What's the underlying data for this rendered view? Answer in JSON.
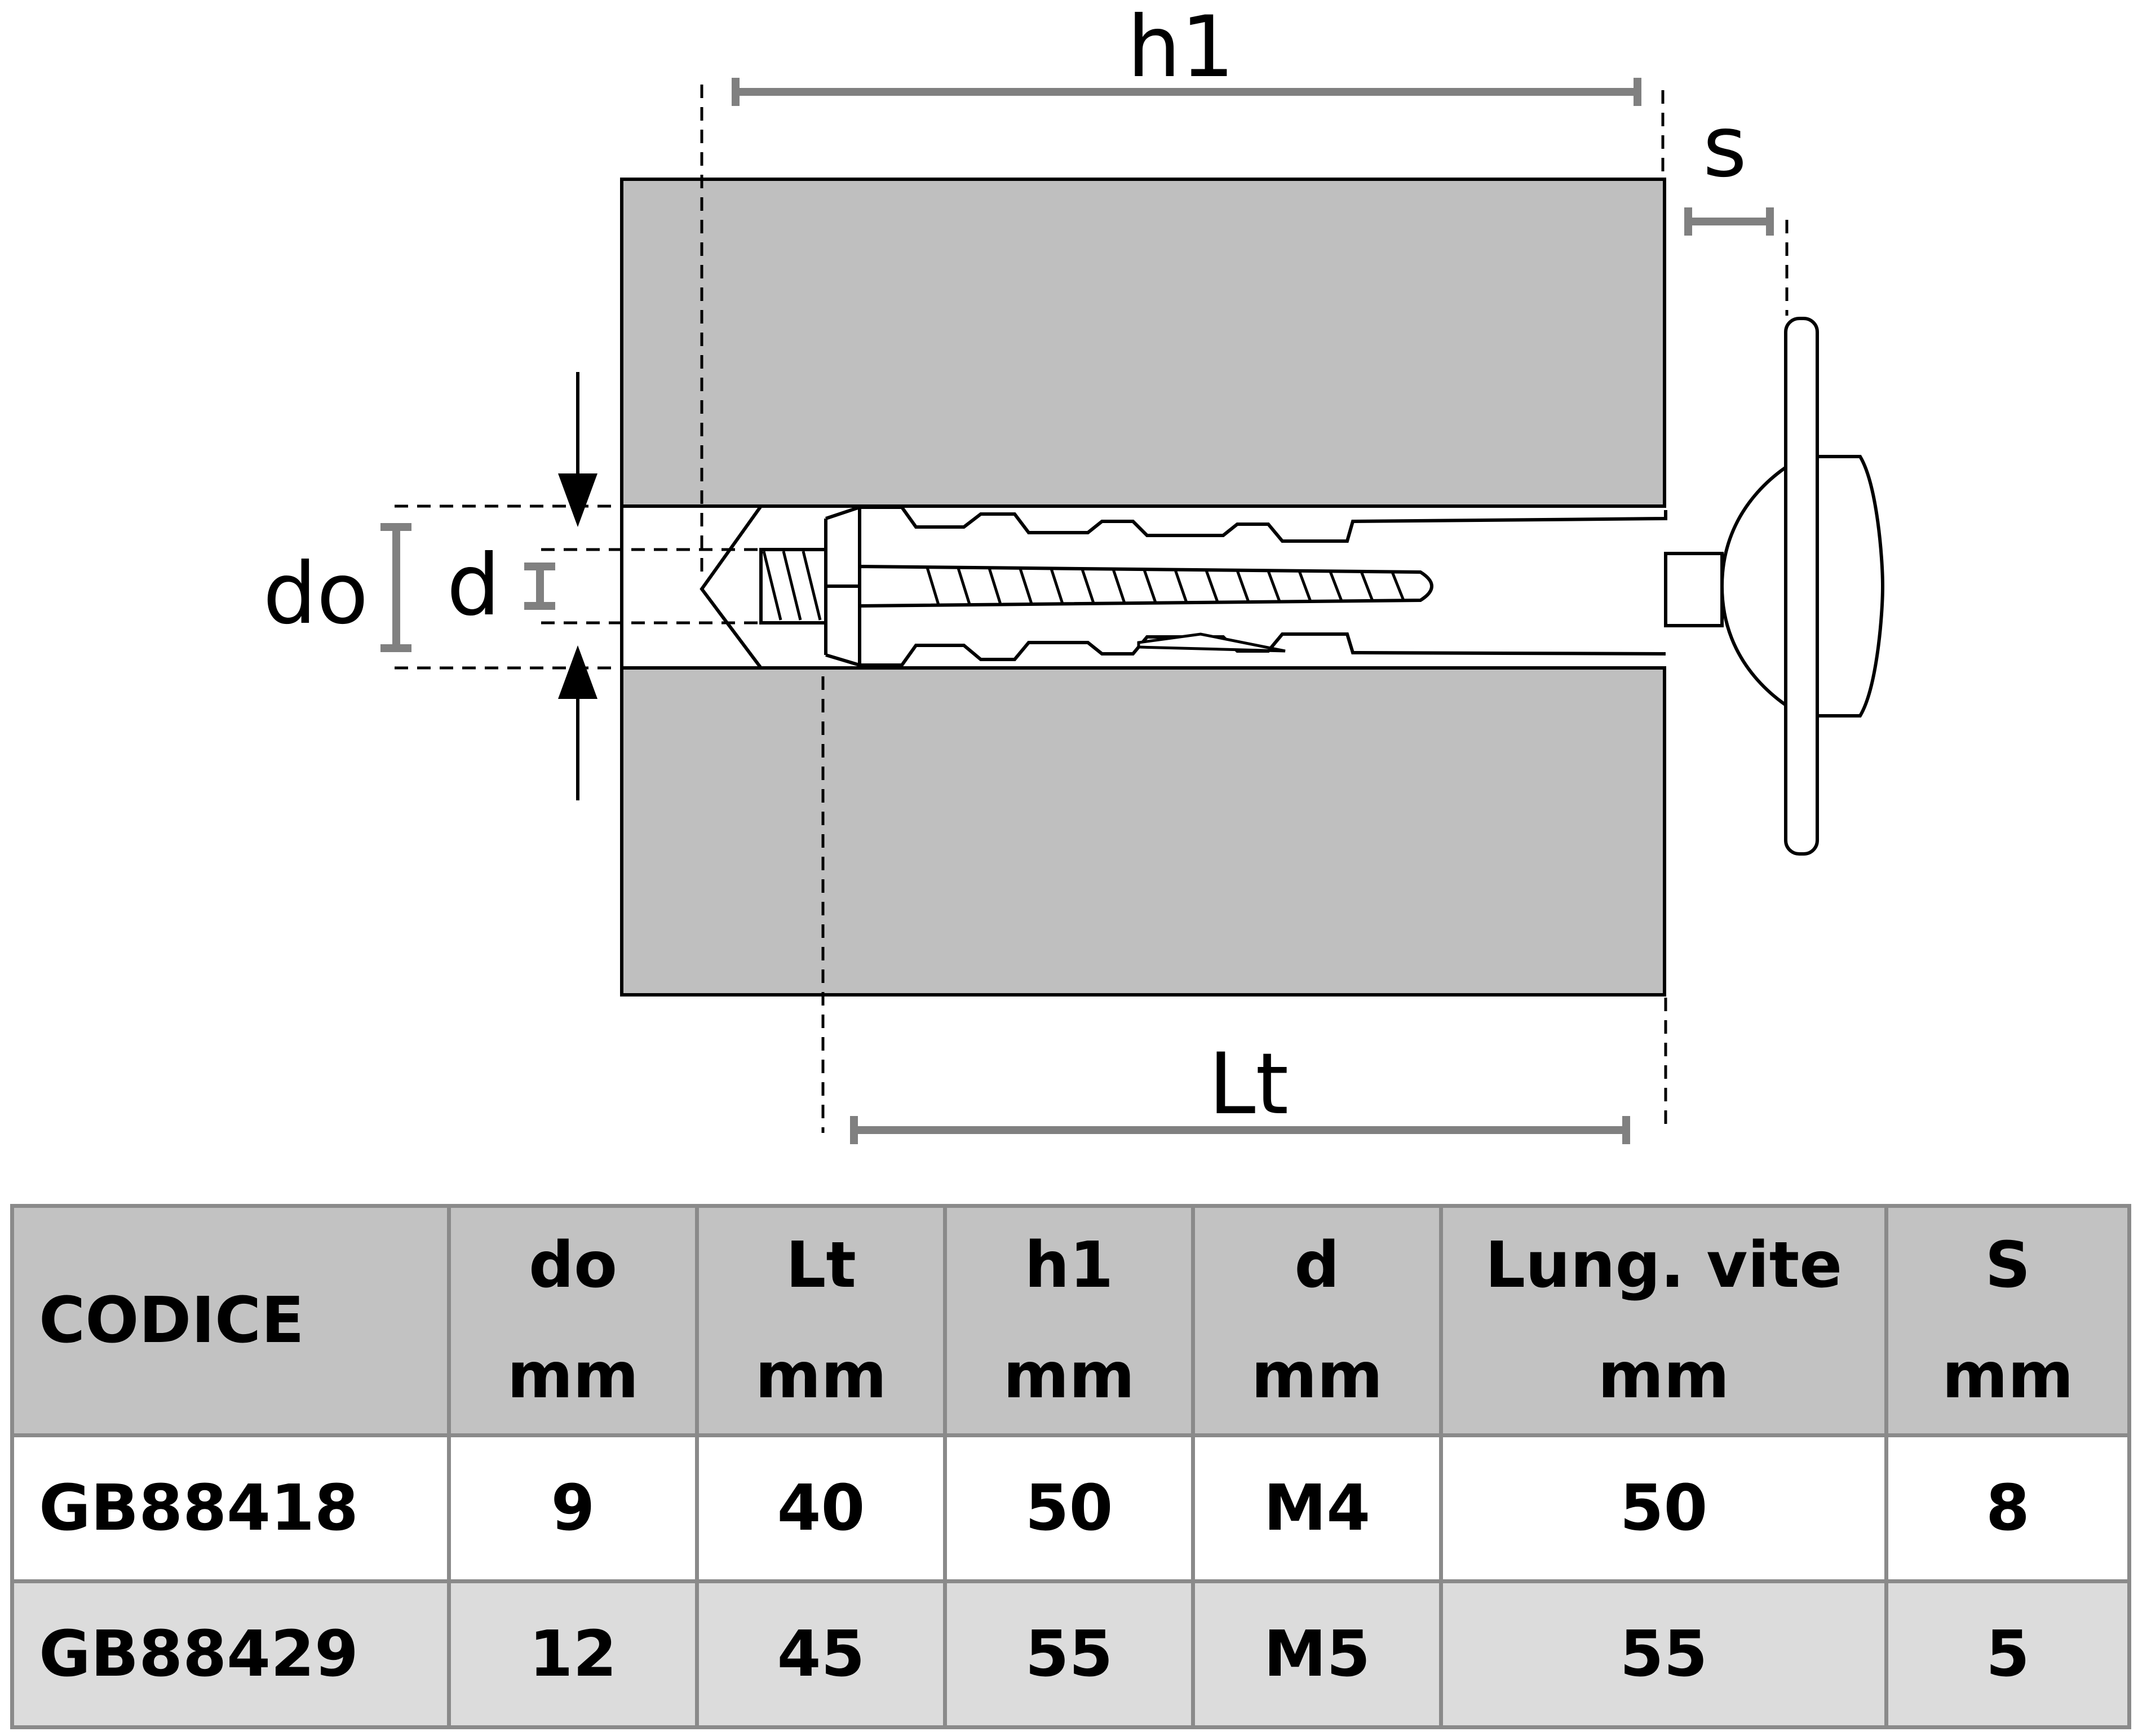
{
  "diagram": {
    "labels": {
      "h1": "h1",
      "s": "s",
      "do": "do",
      "d": "d",
      "lt": "Lt"
    },
    "colors": {
      "wall": "#bfbfbf",
      "dimension_bar": "#808080",
      "outline": "#000000",
      "anchor_fill": "#ffffff"
    }
  },
  "table": {
    "headers": [
      {
        "name": "CODICE",
        "unit": ""
      },
      {
        "name": "do",
        "unit": "mm"
      },
      {
        "name": "Lt",
        "unit": "mm"
      },
      {
        "name": "h1",
        "unit": "mm"
      },
      {
        "name": "d",
        "unit": "mm"
      },
      {
        "name": "Lung. vite",
        "unit": "mm"
      },
      {
        "name": "S",
        "unit": "mm"
      }
    ],
    "rows": [
      [
        "GB88418",
        "9",
        "40",
        "50",
        "M4",
        "50",
        "8"
      ],
      [
        "GB88429",
        "12",
        "45",
        "55",
        "M5",
        "55",
        "5"
      ]
    ],
    "colors": {
      "header_bg": "#c2c2c2",
      "row_alt_bg": "#dcdcdc",
      "border": "#8a8a8a"
    }
  }
}
